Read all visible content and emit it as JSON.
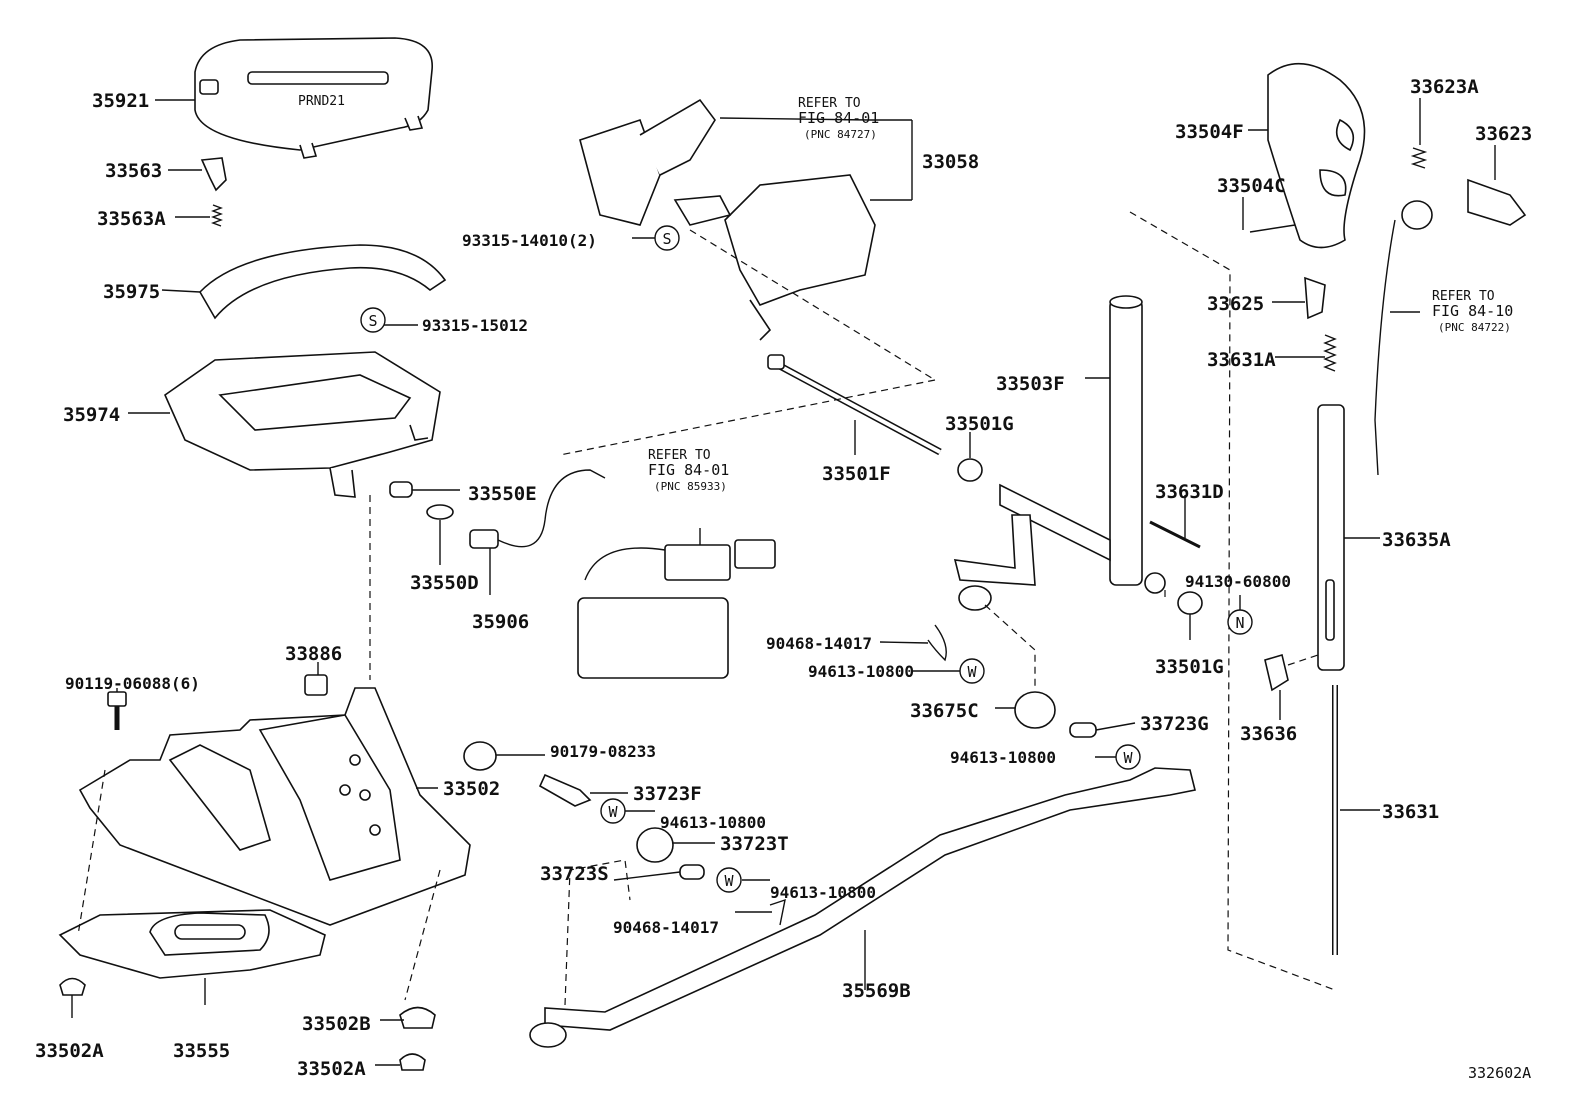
{
  "diagram_id": "332602A",
  "labels": {
    "p35921": "35921",
    "p33563": "33563",
    "p33563A": "33563A",
    "p35975": "35975",
    "p93315_15012": "93315-15012",
    "p35974": "35974",
    "p33550E": "33550E",
    "p33550D": "33550D",
    "p35906": "35906",
    "p33886": "33886",
    "p90119": "90119-06088(6)",
    "p90179": "90179-08233",
    "p33502": "33502",
    "p33723F": "33723F",
    "p94613_a": "94613-10800",
    "p33723T": "33723T",
    "p33723S": "33723S",
    "p94613_b": "94613-10800",
    "p90468_a": "90468-14017",
    "p33502A_a": "33502A",
    "p33555": "33555",
    "p33502B": "33502B",
    "p33502A_b": "33502A",
    "p35569B": "35569B",
    "p93315_14010": "93315-14010(2)",
    "p33058": "33058",
    "p33501F": "33501F",
    "p33501G_a": "33501G",
    "p33503F": "33503F",
    "p33631D": "33631D",
    "p94130": "94130-60800",
    "p33501G_b": "33501G",
    "p90468_b": "90468-14017",
    "p94613_c": "94613-10800",
    "p33675C": "33675C",
    "p33723G": "33723G",
    "p94613_d": "94613-10800",
    "p33504F": "33504F",
    "p33623A": "33623A",
    "p33623": "33623",
    "p33504C": "33504C",
    "p33625": "33625",
    "p33631A": "33631A",
    "p33635A": "33635A",
    "p33636": "33636",
    "p33631": "33631"
  },
  "refer_notes": {
    "a": {
      "l1": "REFER TO",
      "l2": "FIG 84-01",
      "l3": "(PNC 84727)"
    },
    "b": {
      "l1": "REFER TO",
      "l2": "FIG 84-01",
      "l3": "(PNC 85933)"
    },
    "c": {
      "l1": "REFER TO",
      "l2": "FIG 84-10",
      "l3": "(PNC 84722)"
    }
  },
  "symbols": {
    "s": "S",
    "w": "W",
    "n": "N"
  },
  "panel_text": "PRND21"
}
